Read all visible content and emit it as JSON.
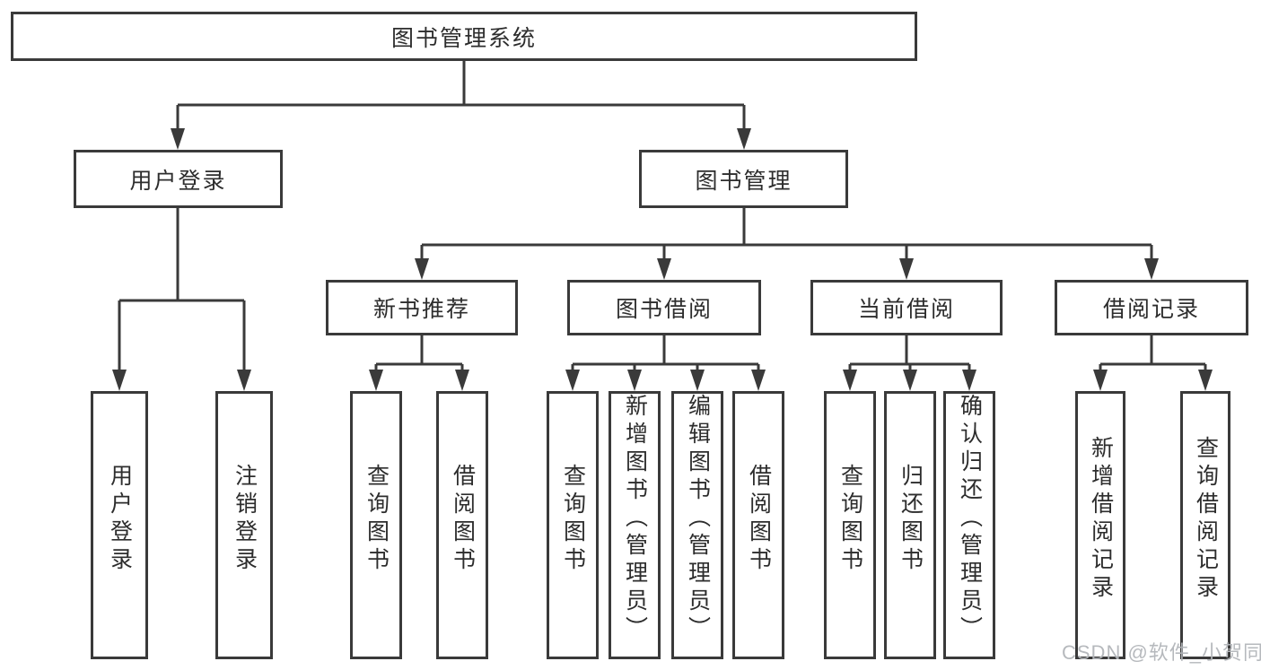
{
  "nodes": {
    "root": "图书管理系统",
    "userLogin": "用户登录",
    "bookMgmt": "图书管理",
    "newBook": "新书推荐",
    "bookBorrow": "图书借阅",
    "currentBorrow": "当前借阅",
    "borrowRecord": "借阅记录"
  },
  "leaves": {
    "userLogin": [
      "用户登录",
      "注销登录"
    ],
    "newBook": [
      "查询图书",
      "借阅图书"
    ],
    "bookBorrow": [
      "查询图书",
      "新增图书（管理员）",
      "编辑图书（管理员）",
      "借阅图书"
    ],
    "currentBorrow": [
      "查询图书",
      "归还图书",
      "确认归还（管理员）"
    ],
    "borrowRecord": [
      "新增借阅记录",
      "查询借阅记录"
    ]
  },
  "watermark": "CSDN @软件_小贺同学",
  "colors": {
    "line": "#3a3a3a",
    "text": "#2d2d2d",
    "watermark": "#b3b6ba",
    "background": "#ffffff"
  }
}
